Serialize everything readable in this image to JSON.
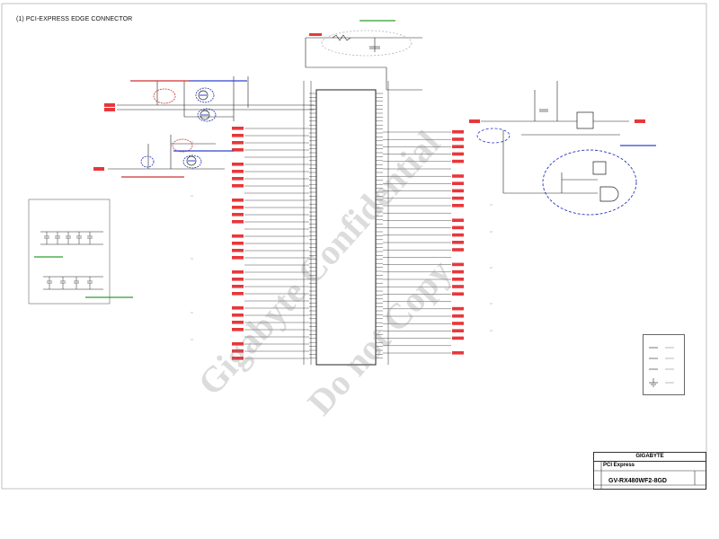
{
  "page": {
    "title": "(1) PCI-EXPRESS EDGE CONNECTOR"
  },
  "title_block": {
    "company": "GIGABYTE",
    "title": "PCI Express",
    "document": "GV-RX480WF2-8GD"
  },
  "watermark": {
    "line1": "Gigabyte Confidential",
    "line2": "Do not Copy"
  },
  "colors": {
    "wire": "#2a2a2a",
    "connector_fill": "#e8373b",
    "annotation_blue": "#3344cc",
    "annotation_red": "#cc3333",
    "annotation_green": "#2e9e2e",
    "note_circle": "#2233bb"
  }
}
